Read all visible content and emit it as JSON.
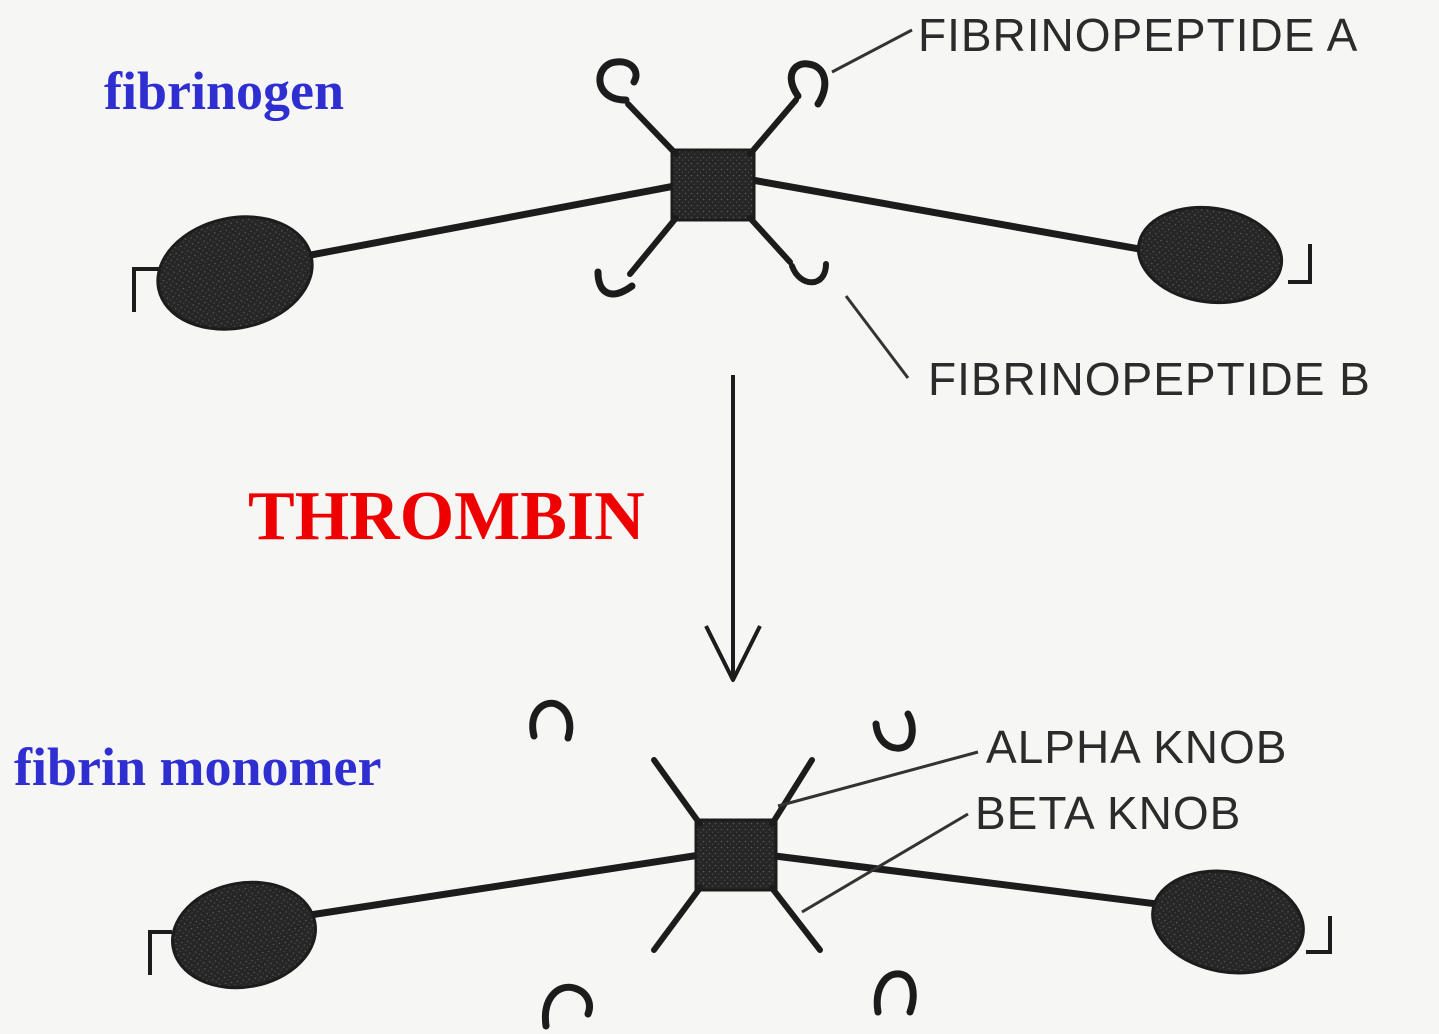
{
  "labels": {
    "fibrinogen": "fibrinogen",
    "thrombin": "THROMBIN",
    "fibrin_monomer": "fibrin monomer",
    "fibrinopeptide_a": "FIBRINOPEPTIDE A",
    "fibrinopeptide_b": "FIBRINOPEPTIDE B",
    "alpha_knob": "ALPHA KNOB",
    "beta_knob": "BETA KNOB"
  },
  "colors": {
    "molecule_label": "#2f2fd1",
    "enzyme_label": "#ee0000",
    "ink": "#1c1c1c",
    "node_fill": "#222222",
    "thin_line": "#333333"
  }
}
